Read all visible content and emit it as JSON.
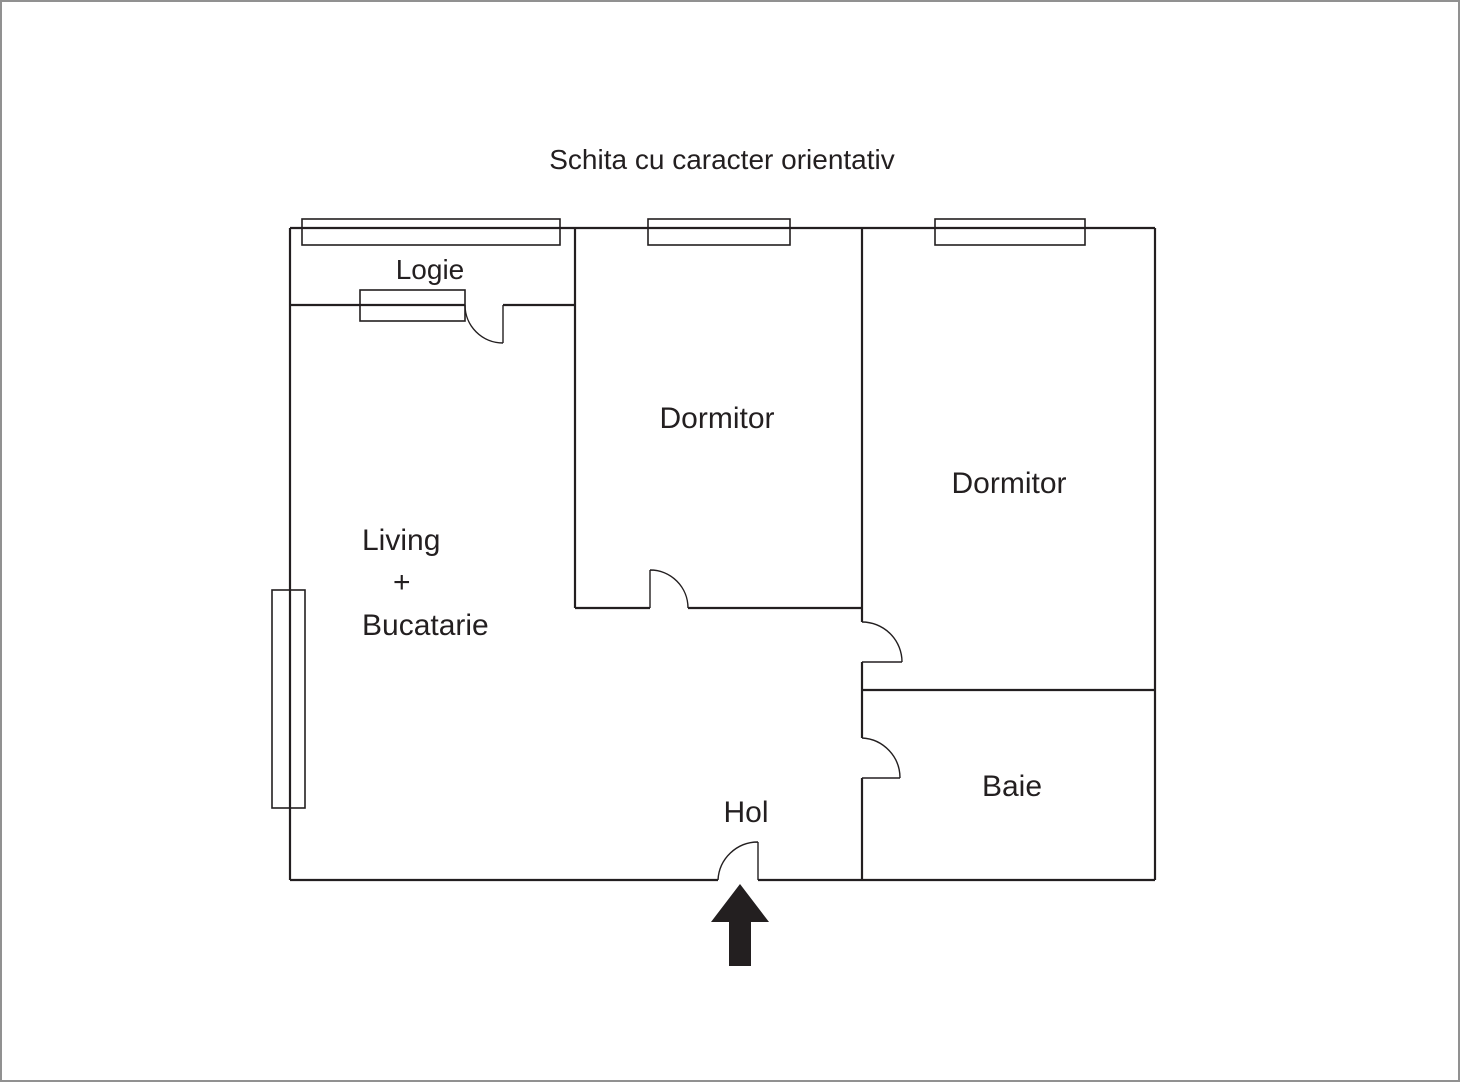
{
  "title": "Schita cu caracter orientativ",
  "labels": {
    "logie": "Logie",
    "dormitor_1": "Dormitor",
    "dormitor_2": "Dormitor",
    "living_line1": "Living",
    "living_line2": "+",
    "living_line3": "Bucatarie",
    "hol": "Hol",
    "baie": "Baie"
  },
  "icons": {
    "entrance_arrow": "arrow-up"
  },
  "colors": {
    "line": "#231f20",
    "background": "#ffffff",
    "border": "#919191",
    "arrow_fill": "#231f20"
  }
}
